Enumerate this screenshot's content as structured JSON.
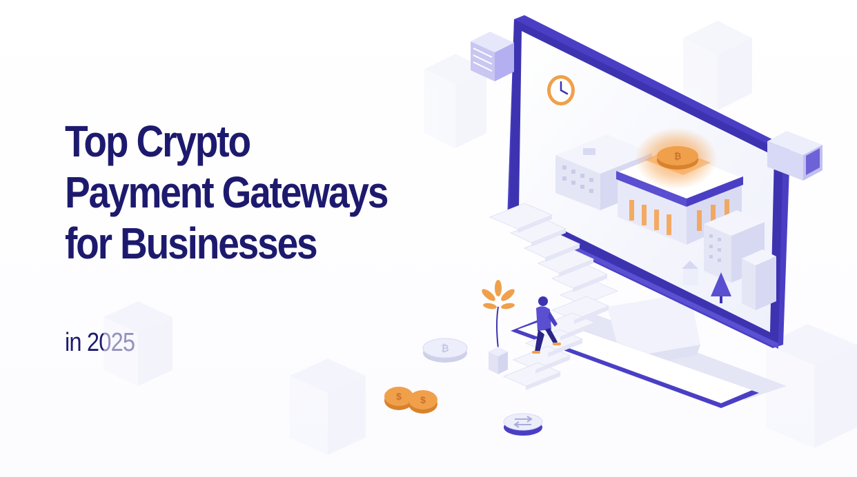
{
  "headline": {
    "line1": "Top Crypto",
    "line2": "Payment Gateways",
    "line3": "for Businesses"
  },
  "subheadline": "in 2025",
  "colors": {
    "title_navy": "#1d1a6e",
    "frame_purple": "#4a3fc4",
    "coin_orange": "#f0a04b",
    "glow_orange": "#f5a04a",
    "light_lavender": "#e7e8f8"
  },
  "illustration": {
    "scene": "isometric-computer-monitor-with-city",
    "icons": [
      "clock-icon",
      "bitcoin-icon",
      "dollar-coin-icon",
      "transfer-arrows-icon",
      "person-icon",
      "plant-icon",
      "tree-icon",
      "house-icon",
      "server-icon"
    ]
  }
}
